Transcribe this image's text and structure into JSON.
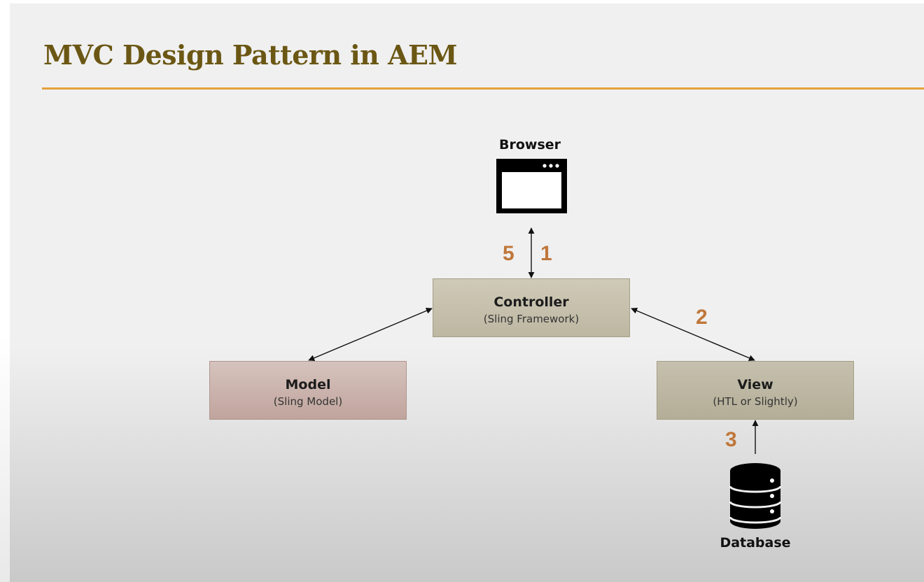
{
  "slide": {
    "title": "MVC Design Pattern in AEM"
  },
  "nodes": {
    "browser": {
      "label": "Browser"
    },
    "controller": {
      "label": "Controller",
      "sublabel": "(Sling Framework)"
    },
    "model": {
      "label": "Model",
      "sublabel": "(Sling Model)"
    },
    "view": {
      "label": "View",
      "sublabel": "(HTL or Slightly)"
    },
    "database": {
      "label": "Database"
    }
  },
  "steps": {
    "browser_to_controller": "1",
    "controller_to_view": "2",
    "database_to_view": "3",
    "controller_to_browser": "5"
  },
  "colors": {
    "title": "#6b5714",
    "rule": "#e3a13c",
    "step_numbers": "#c0773a",
    "controller_fill": "#c7c2ae",
    "view_fill": "#bcb6a1",
    "model_fill": "#cbb4ad"
  },
  "icons": {
    "browser": "browser-window-icon",
    "database": "database-icon",
    "pointer": "mouse-cursor-icon"
  }
}
